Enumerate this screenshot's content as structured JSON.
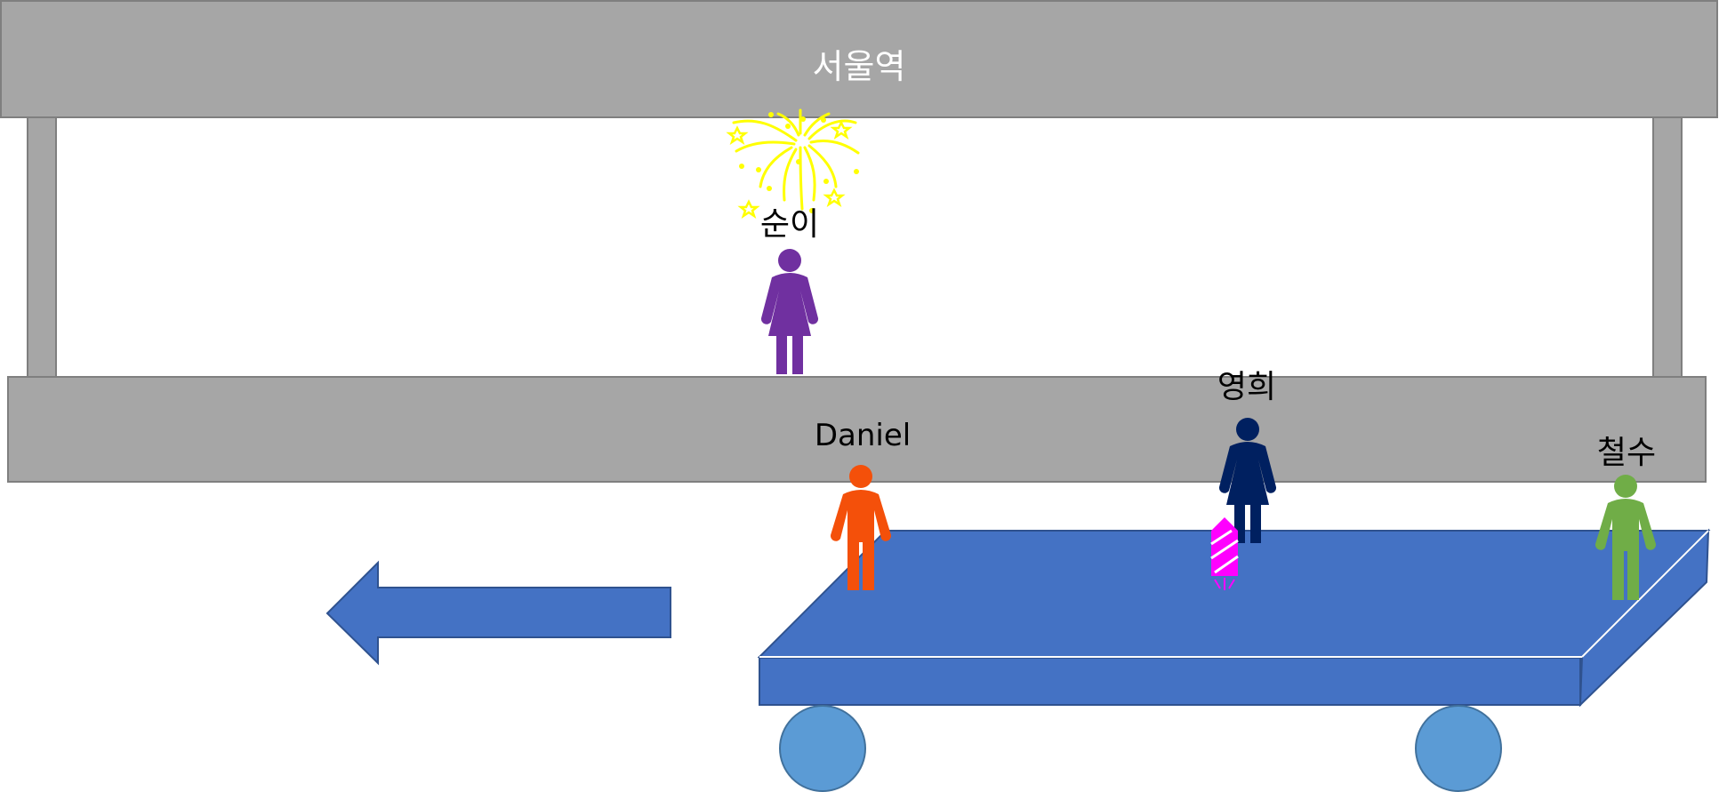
{
  "station": {
    "name": "서울역"
  },
  "people": {
    "suni": {
      "name": "순이",
      "color": "#7030A0"
    },
    "daniel": {
      "name": "Daniel",
      "color": "#F4500A"
    },
    "younghee": {
      "name": "영희",
      "color": "#002060"
    },
    "cheolsu": {
      "name": "철수",
      "color": "#70AD47"
    }
  },
  "colors": {
    "structure": "#A6A6A6",
    "structure_border": "#7F7F7F",
    "train": "#4472C4",
    "wheel": "#5B9BD5",
    "arrow": "#4472C4",
    "firework": "#FFFF00",
    "rocket": "#FF00FF"
  },
  "icons": {
    "firework": "firework-icon",
    "rocket": "firework-rocket-icon",
    "direction": "left-arrow-icon"
  }
}
